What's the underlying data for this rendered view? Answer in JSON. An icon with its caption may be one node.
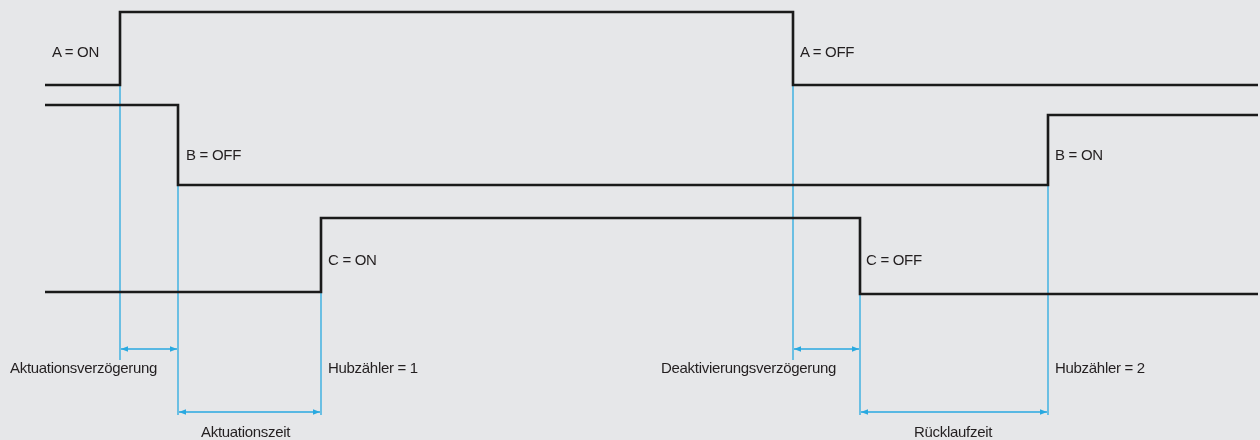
{
  "diagram": {
    "labels": [
      "A = ON",
      "A = OFF",
      "B = OFF",
      "B = ON",
      "C = ON",
      "C = OFF",
      "Aktuationsverzögerung",
      "Hubzähler = 1",
      "Deaktivierungsverzögerung",
      "Hubzähler = 2",
      "Aktuationszeit",
      "Rücklaufzeit"
    ]
  }
}
